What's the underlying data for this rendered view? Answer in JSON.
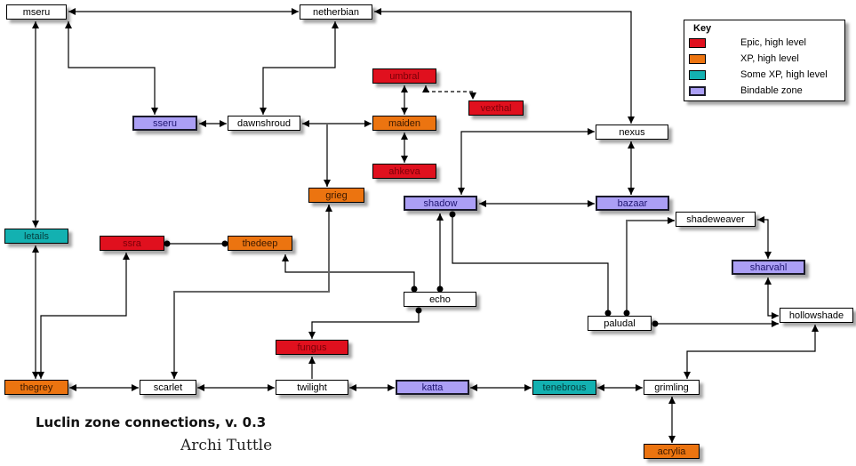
{
  "title": "Luclin zone connections, v. 0.3",
  "author": "Archi Tuttle",
  "key": {
    "title": "Key",
    "items": [
      {
        "label": "Epic, high level",
        "type": "epic",
        "color": "#e0101e"
      },
      {
        "label": "XP, high level",
        "type": "xp",
        "color": "#ec7410"
      },
      {
        "label": "Some XP, high level",
        "type": "somexp",
        "color": "#13b1b1"
      },
      {
        "label": "Bindable zone",
        "type": "bind",
        "color": "#ab9ff5"
      }
    ]
  },
  "zones": [
    {
      "id": "mseru",
      "label": "mseru",
      "type": "plain"
    },
    {
      "id": "netherbian",
      "label": "netherbian",
      "type": "plain"
    },
    {
      "id": "umbral",
      "label": "umbral",
      "type": "epic"
    },
    {
      "id": "vexthal",
      "label": "vexthal",
      "type": "epic"
    },
    {
      "id": "sseru",
      "label": "sseru",
      "type": "bind"
    },
    {
      "id": "dawnshroud",
      "label": "dawnshroud",
      "type": "plain"
    },
    {
      "id": "maiden",
      "label": "maiden",
      "type": "xp"
    },
    {
      "id": "nexus",
      "label": "nexus",
      "type": "plain"
    },
    {
      "id": "ahkeva",
      "label": "ahkeva",
      "type": "epic"
    },
    {
      "id": "grieg",
      "label": "grieg",
      "type": "xp"
    },
    {
      "id": "shadow",
      "label": "shadow",
      "type": "bind"
    },
    {
      "id": "bazaar",
      "label": "bazaar",
      "type": "bind"
    },
    {
      "id": "shadeweaver",
      "label": "shadeweaver",
      "type": "plain"
    },
    {
      "id": "letails",
      "label": "letails",
      "type": "somexp"
    },
    {
      "id": "ssra",
      "label": "ssra",
      "type": "epic"
    },
    {
      "id": "thedeep",
      "label": "thedeep",
      "type": "xp"
    },
    {
      "id": "sharvahl",
      "label": "sharvahl",
      "type": "bind"
    },
    {
      "id": "echo",
      "label": "echo",
      "type": "plain"
    },
    {
      "id": "paludal",
      "label": "paludal",
      "type": "plain"
    },
    {
      "id": "hollowshade",
      "label": "hollowshade",
      "type": "plain"
    },
    {
      "id": "fungus",
      "label": "fungus",
      "type": "epic"
    },
    {
      "id": "thegrey",
      "label": "thegrey",
      "type": "xp"
    },
    {
      "id": "scarlet",
      "label": "scarlet",
      "type": "plain"
    },
    {
      "id": "twilight",
      "label": "twilight",
      "type": "plain"
    },
    {
      "id": "katta",
      "label": "katta",
      "type": "bind"
    },
    {
      "id": "tenebrous",
      "label": "tenebrous",
      "type": "somexp"
    },
    {
      "id": "grimling",
      "label": "grimling",
      "type": "plain"
    },
    {
      "id": "acrylia",
      "label": "acrylia",
      "type": "xp"
    }
  ],
  "connections": [
    {
      "from": "mseru",
      "to": "netherbian",
      "kind": "two-way"
    },
    {
      "from": "netherbian",
      "to": "nexus",
      "kind": "one-way"
    },
    {
      "from": "mseru",
      "to": "sseru",
      "kind": "two-way"
    },
    {
      "from": "netherbian",
      "to": "dawnshroud",
      "kind": "two-way"
    },
    {
      "from": "mseru",
      "to": "letails",
      "kind": "two-way"
    },
    {
      "from": "sseru",
      "to": "dawnshroud",
      "kind": "two-way"
    },
    {
      "from": "dawnshroud",
      "to": "maiden",
      "kind": "two-way"
    },
    {
      "from": "dawnshroud",
      "to": "grieg",
      "kind": "one-way"
    },
    {
      "from": "umbral",
      "to": "maiden",
      "kind": "two-way"
    },
    {
      "from": "umbral",
      "to": "vexthal",
      "kind": "dashed"
    },
    {
      "from": "maiden",
      "to": "ahkeva",
      "kind": "two-way"
    },
    {
      "from": "shadow",
      "to": "nexus",
      "kind": "two-way"
    },
    {
      "from": "nexus",
      "to": "bazaar",
      "kind": "two-way"
    },
    {
      "from": "shadow",
      "to": "bazaar",
      "kind": "two-way"
    },
    {
      "from": "ssra",
      "to": "thedeep",
      "kind": "portal"
    },
    {
      "from": "echo",
      "to": "thedeep",
      "kind": "portal"
    },
    {
      "from": "echo",
      "to": "shadow",
      "kind": "portal"
    },
    {
      "from": "shadow",
      "to": "paludal",
      "kind": "portal"
    },
    {
      "from": "echo",
      "to": "fungus",
      "kind": "portal"
    },
    {
      "from": "paludal",
      "to": "shadeweaver",
      "kind": "portal"
    },
    {
      "from": "paludal",
      "to": "hollowshade",
      "kind": "portal"
    },
    {
      "from": "shadeweaver",
      "to": "sharvahl",
      "kind": "two-way"
    },
    {
      "from": "sharvahl",
      "to": "hollowshade",
      "kind": "two-way"
    },
    {
      "from": "letails",
      "to": "thegrey",
      "kind": "two-way"
    },
    {
      "from": "ssra",
      "to": "thegrey",
      "kind": "two-way"
    },
    {
      "from": "scarlet",
      "to": "grieg",
      "kind": "two-way"
    },
    {
      "from": "thegrey",
      "to": "scarlet",
      "kind": "two-way"
    },
    {
      "from": "scarlet",
      "to": "twilight",
      "kind": "two-way"
    },
    {
      "from": "twilight",
      "to": "fungus",
      "kind": "one-way"
    },
    {
      "from": "twilight",
      "to": "katta",
      "kind": "two-way"
    },
    {
      "from": "katta",
      "to": "tenebrous",
      "kind": "two-way"
    },
    {
      "from": "tenebrous",
      "to": "grimling",
      "kind": "two-way"
    },
    {
      "from": "grimling",
      "to": "hollowshade",
      "kind": "two-way"
    },
    {
      "from": "grimling",
      "to": "acrylia",
      "kind": "two-way"
    }
  ]
}
